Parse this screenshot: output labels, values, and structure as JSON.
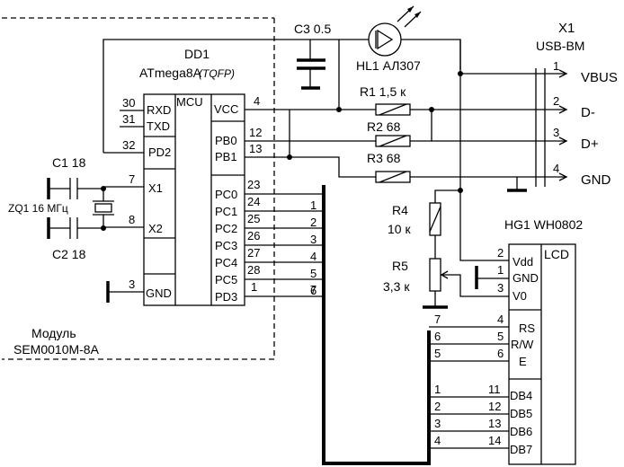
{
  "module": {
    "line1": "Модуль",
    "line2": "SEM0010M-8A"
  },
  "mcu": {
    "ref": "DD1",
    "part": "ATmega8A",
    "package": "(TQFP)",
    "block_label": "MCU",
    "left_pins": [
      {
        "num": "30",
        "name": "RXD"
      },
      {
        "num": "31",
        "name": "TXD"
      },
      {
        "num": "32",
        "name": "PD2"
      },
      {
        "num": "7",
        "name": "X1"
      },
      {
        "num": "8",
        "name": "X2"
      },
      {
        "num": "3",
        "name": "GND"
      }
    ],
    "right_pins": [
      {
        "num": "4",
        "name": "VCC"
      },
      {
        "num": "12",
        "name": "PB0"
      },
      {
        "num": "13",
        "name": "PB1"
      },
      {
        "num": "23",
        "name": "PC0"
      },
      {
        "num": "24",
        "name": "PC1"
      },
      {
        "num": "25",
        "name": "PC2"
      },
      {
        "num": "26",
        "name": "PC3"
      },
      {
        "num": "27",
        "name": "PC4"
      },
      {
        "num": "28",
        "name": "PC5"
      },
      {
        "num": "1",
        "name": "PD3"
      }
    ],
    "bus_numbers": [
      "1",
      "2",
      "3",
      "4",
      "5",
      "6",
      "7"
    ]
  },
  "crystal": {
    "label": "ZQ1 16 МГц",
    "c1": "C1 18",
    "c2": "C2 18"
  },
  "c3": "C3 0.5",
  "led": "HL1 АЛ307",
  "resistors": {
    "r1": "R1 1,5 к",
    "r2": "R2 68",
    "r3": "R3 68",
    "r4_ref": "R4",
    "r4_val": "10 к",
    "r5_ref": "R5",
    "r5_val": "3,3 к"
  },
  "usb": {
    "ref": "X1",
    "type": "USB-BM",
    "pins": [
      {
        "num": "1",
        "name": "VBUS"
      },
      {
        "num": "2",
        "name": "D-"
      },
      {
        "num": "3",
        "name": "D+"
      },
      {
        "num": "4",
        "name": "GND"
      }
    ]
  },
  "lcd": {
    "ref": "HG1 WH0802",
    "block_label": "LCD",
    "pins": [
      {
        "num": "2",
        "name": "Vdd"
      },
      {
        "num": "1",
        "name": "GND"
      },
      {
        "num": "3",
        "name": "V0"
      },
      {
        "num": "4",
        "name": "RS"
      },
      {
        "num": "5",
        "name": "R/W"
      },
      {
        "num": "6",
        "name": "E"
      },
      {
        "num": "11",
        "name": "DB4"
      },
      {
        "num": "12",
        "name": "DB5"
      },
      {
        "num": "13",
        "name": "DB6"
      },
      {
        "num": "14",
        "name": "DB7"
      }
    ],
    "bus_numbers": [
      "7",
      "6",
      "5",
      "1",
      "2",
      "3",
      "4"
    ]
  }
}
